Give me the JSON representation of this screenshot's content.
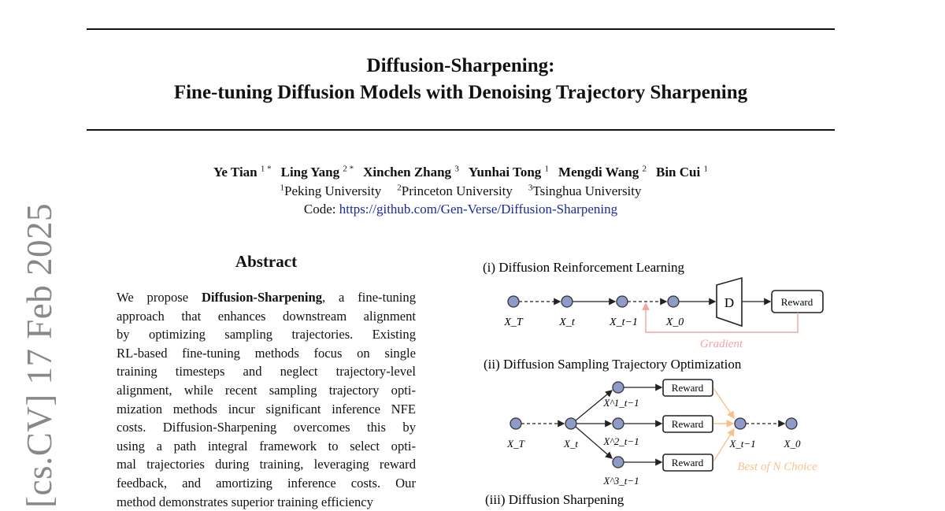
{
  "side_label": "[cs.CV]  17 Feb 2025",
  "title": {
    "line1": "Diffusion-Sharpening:",
    "line2": "Fine-tuning Diffusion Models with Denoising Trajectory Sharpening"
  },
  "authors": [
    {
      "name": "Ye Tian",
      "sup": "1 *"
    },
    {
      "name": "Ling Yang",
      "sup": "2 *"
    },
    {
      "name": "Xinchen Zhang",
      "sup": "3"
    },
    {
      "name": "Yunhai Tong",
      "sup": "1"
    },
    {
      "name": "Mengdi Wang",
      "sup": "2"
    },
    {
      "name": "Bin Cui",
      "sup": "1"
    }
  ],
  "affiliations": [
    {
      "sup": "1",
      "name": "Peking University"
    },
    {
      "sup": "2",
      "name": "Princeton University"
    },
    {
      "sup": "3",
      "name": "Tsinghua University"
    }
  ],
  "code": {
    "label": "Code:",
    "url": "https://github.com/Gen-Verse/Diffusion-Sharpening"
  },
  "abstract": {
    "heading": "Abstract",
    "intro": "We propose",
    "bold": "Diffusion-Sharpening",
    "intro_rest": ", a fine-tuning",
    "lines": [
      "approach that enhances downstream alignment",
      "by optimizing sampling trajectories.  Existing",
      "RL-based fine-tuning methods focus on single",
      "training timesteps and neglect trajectory-level",
      "alignment, while recent sampling trajectory opti-",
      "mization methods incur significant inference NFE",
      "costs.  Diffusion-Sharpening overcomes this by",
      "using a path integral framework to select opti-",
      "mal trajectories during training, leveraging reward",
      "feedback, and amortizing inference costs.  Our",
      "method demonstrates superior training efficiency"
    ]
  },
  "figure": {
    "panel1": {
      "title": "(i) Diffusion Reinforcement Learning",
      "decoder": "D",
      "reward": "Reward",
      "gradient": "Gradient",
      "labels": [
        "X_T",
        "X_t",
        "X_t−1",
        "X_0"
      ]
    },
    "panel2": {
      "title": "(ii) Diffusion Sampling Trajectory Optimization",
      "reward": "Reward",
      "best_of_n": "Best of N Choice",
      "labels": {
        "xT": "X_T",
        "xt": "X_t",
        "b1": "X^1_t−1",
        "b2": "X^2_t−1",
        "b3": "X^3_t−1",
        "merge": "X_t−1",
        "x0": "X_0"
      }
    },
    "panel3": {
      "title": "(iii) Diffusion Sharpening"
    },
    "colors": {
      "node": "#8e9bc9",
      "gradient": "#f4a3a3",
      "best": "#fbc08a"
    }
  }
}
